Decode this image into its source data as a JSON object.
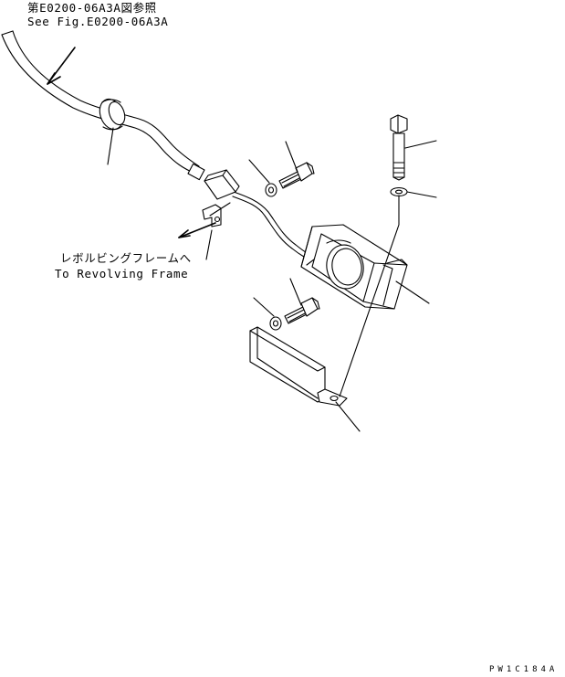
{
  "notes": {
    "top_ref_jp": "第E0200-06A3A図参照",
    "top_ref_en": "See Fig.E0200-06A3A",
    "revolving_jp": "レボルビングフレームへ",
    "revolving_en": "To Revolving Frame"
  },
  "drawing_code": "PW1C184A"
}
